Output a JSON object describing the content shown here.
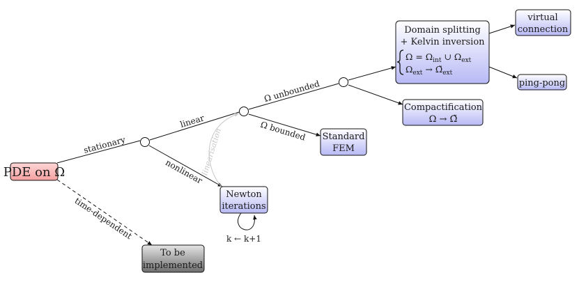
{
  "nodes": {
    "pde": {
      "label": "PDE on Ω"
    },
    "newton": {
      "line1": "Newton",
      "line2": "iterations"
    },
    "newton_loop": {
      "label": "k ← k+1"
    },
    "fem": {
      "line1": "Standard",
      "line2": "FEM"
    },
    "tbi": {
      "line1": "To be",
      "line2": "implemented"
    },
    "compact": {
      "line1": "Compactification",
      "line2": "Ω → Ω̃"
    },
    "domain": {
      "line1": "Domain splitting",
      "line2": "+ Kelvin inversion",
      "eq1_lhs": "Ω = Ω",
      "eq1_sub1": "int",
      "eq1_mid": " ∪ Ω",
      "eq1_sub2": "ext",
      "eq2_lhs": "Ω",
      "eq2_sub1": "ext",
      "eq2_mid": " → Ω̃",
      "eq2_sub2": "ext"
    },
    "virtual": {
      "line1": "virtual",
      "line2": "connection"
    },
    "pingpong": {
      "label": "ping-pong"
    }
  },
  "edges": {
    "stationary": "stationary",
    "time_dependent": "time-dependent",
    "linear": "linear",
    "nonlinear": "nonlinear",
    "linearisation": "linearisation",
    "unbounded": "Ω unbounded",
    "bounded": "Ω bounded"
  },
  "colors": {
    "pde_fill_top": "#ffd6d6",
    "pde_fill_bottom": "#f6a0a0",
    "blue_fill_top": "#ffffff",
    "blue_fill_bottom": "#b7b9f5",
    "gray_fill_top": "#e4e4e4",
    "gray_fill_bottom": "#6e6e6e",
    "linearisation_color": "#c8c8c8"
  }
}
